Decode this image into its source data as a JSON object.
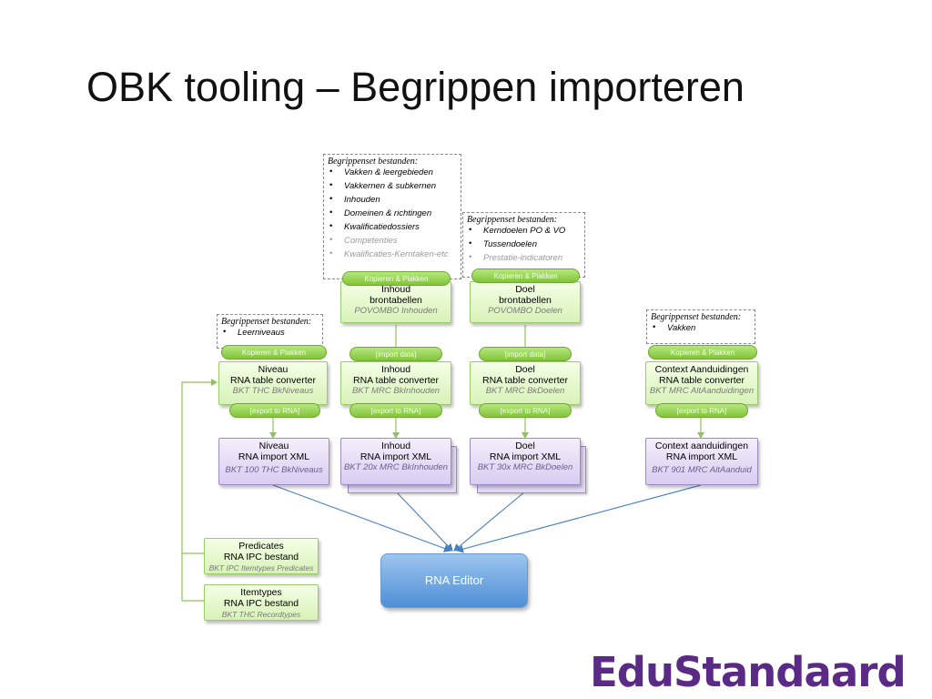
{
  "title": "OBK tooling – Begrippen importeren",
  "notes": {
    "inhoud": {
      "heading": "Begrippenset bestanden:",
      "items": [
        "Vakken & leergebieden",
        "Vakkernen & subkernen",
        "Inhouden",
        "Domeinen & richtingen",
        "Kwalificatiedossiers"
      ],
      "dim_items": [
        "Competenties",
        "Kwalificaties-Kerntaken-etc"
      ]
    },
    "doel": {
      "heading": "Begrippenset bestanden:",
      "items": [
        "Kerndoelen PO & VO",
        "Tussendoelen"
      ],
      "dim_items": [
        "Prestatie-indicatoren"
      ]
    },
    "niveau": {
      "heading": "Begrippenset bestanden:",
      "items": [
        "Leerniveaus"
      ]
    },
    "context": {
      "heading": "Begrippenset bestanden:",
      "items": [
        "Vakken"
      ]
    }
  },
  "pills": {
    "kopieren": "Kopieren & Plakken",
    "import": "[import data]",
    "export": "[export to RNA]"
  },
  "brontabellen": {
    "inhoud": {
      "name": "Inhoud",
      "type": "brontabellen",
      "source": "POVOMBO Inhouden"
    },
    "doel": {
      "name": "Doel",
      "type": "brontabellen",
      "source": "POVOMBO Doelen"
    }
  },
  "converters": {
    "niveau": {
      "name": "Niveau",
      "type": "RNA table converter",
      "source": "BKT THC BkNiveaus"
    },
    "inhoud": {
      "name": "Inhoud",
      "type": "RNA table converter",
      "source": "BKT MRC BkInhouden"
    },
    "doel": {
      "name": "Doel",
      "type": "RNA table converter",
      "source": "BKT MRC BkDoelen"
    },
    "context": {
      "name": "Context Aanduidingen",
      "type": "RNA table converter",
      "source": "BKT MRC AltAanduidingen"
    }
  },
  "imports": {
    "niveau": {
      "name": "Niveau",
      "type": "RNA import XML",
      "source": "BKT 100 THC BkNiveaus"
    },
    "inhoud": {
      "name": "Inhoud",
      "type": "RNA import XML",
      "source": "BKT 20x MRC BkInhouden"
    },
    "doel": {
      "name": "Doel",
      "type": "RNA import XML",
      "source": "BKT 30x MRC BkDoelen"
    },
    "context": {
      "name": "Context aanduidingen",
      "type": "RNA import XML",
      "source": "BKT 901 MRC AltAanduid"
    }
  },
  "ipc": {
    "predicates": {
      "name": "Predicates",
      "type": "RNA IPC bestand",
      "source": "BKT IPC Itemtypes Predicates"
    },
    "itemtypes": {
      "name": "Itemtypes",
      "type": "RNA IPC bestand",
      "source": "BKT THC Recordtypes"
    }
  },
  "editor": "RNA Editor",
  "logo": "EduStandaard",
  "colors": {
    "green_border": "#9cc96a",
    "purple_border": "#9d8bc6",
    "pill": "#82c43a",
    "editor": "#4e8fd6",
    "arrow_blue": "#4a7fbf",
    "logo": "#5b2a86"
  }
}
